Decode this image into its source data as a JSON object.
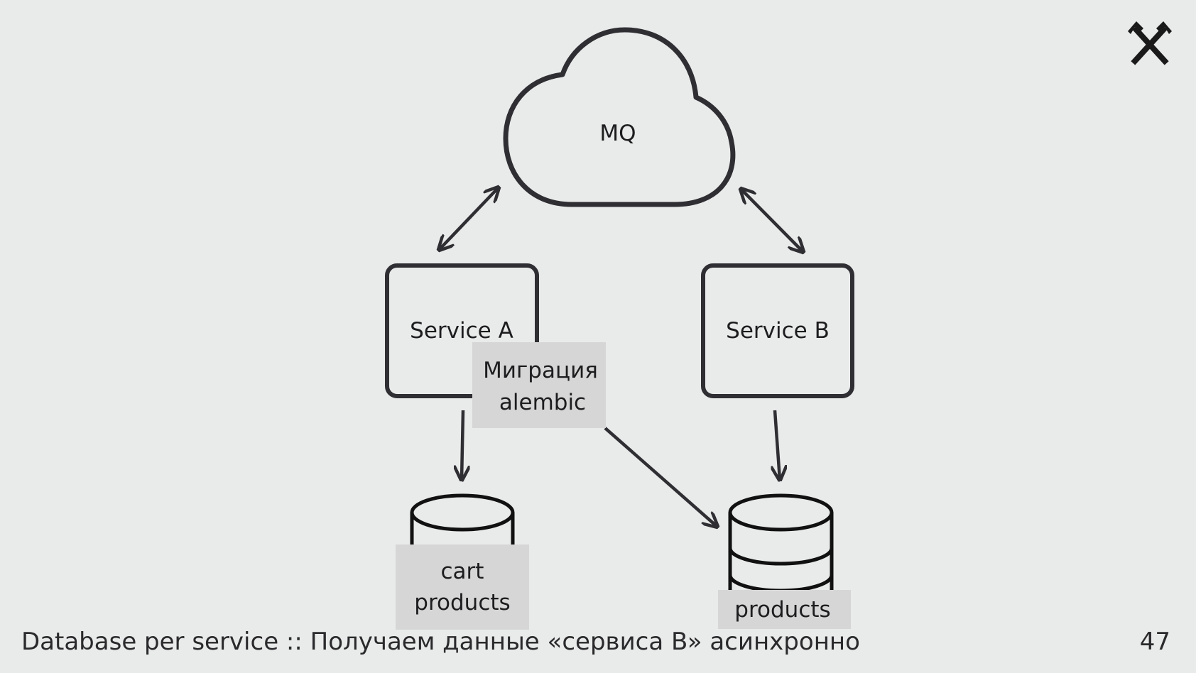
{
  "diagram": {
    "queue": {
      "label": "MQ"
    },
    "service_a": {
      "label": "Service A"
    },
    "service_b": {
      "label": "Service B"
    },
    "migration_note": {
      "line1": "Миграция",
      "line2": "alembic"
    },
    "db_a": {
      "line1": "cart",
      "line2": "products"
    },
    "db_b": {
      "label": "products"
    }
  },
  "footer": {
    "caption": "Database per service :: Получаем данные «сервиса B» асинхронно",
    "page_number": "47"
  },
  "icons": {
    "logo": "crossed-hammers-icon"
  },
  "colors": {
    "background": "#e9eaea",
    "stroke": "#2f2f33",
    "label_fill": "#d6d6d6",
    "text": "#1d1d1f"
  }
}
